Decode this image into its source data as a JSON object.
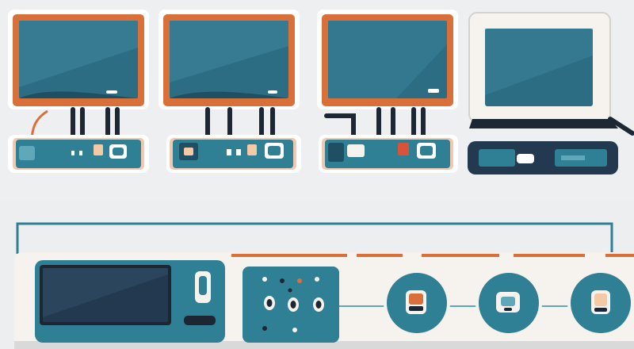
{
  "palette": {
    "background": "#eeeff0",
    "teal": "#2f7f95",
    "teal_light": "#5fa8ba",
    "screen_dark": "#1f4f63",
    "screen_mid": "#2d6d84",
    "orange": "#d9703a",
    "navy": "#23394f",
    "cream": "#f6f3ee",
    "white": "#ffffff",
    "cable": "#1d2733"
  },
  "top_row": {
    "monitors": [
      {
        "name": "monitor-1",
        "style": "orange-frame"
      },
      {
        "name": "monitor-2",
        "style": "orange-frame"
      },
      {
        "name": "monitor-3",
        "style": "orange-frame"
      },
      {
        "name": "monitor-4",
        "style": "white-frame"
      }
    ],
    "devices": [
      {
        "name": "device-box-1",
        "style": "teal"
      },
      {
        "name": "device-box-2",
        "style": "teal"
      },
      {
        "name": "device-box-3",
        "style": "teal"
      },
      {
        "name": "device-box-4",
        "style": "navy"
      }
    ]
  },
  "bottom_row": {
    "console": {
      "name": "control-console"
    },
    "panel": {
      "name": "port-panel"
    },
    "nodes": [
      {
        "name": "node-1",
        "icon": "plug-icon"
      },
      {
        "name": "node-2",
        "icon": "connector-icon"
      },
      {
        "name": "node-3",
        "icon": "adapter-icon"
      }
    ]
  }
}
